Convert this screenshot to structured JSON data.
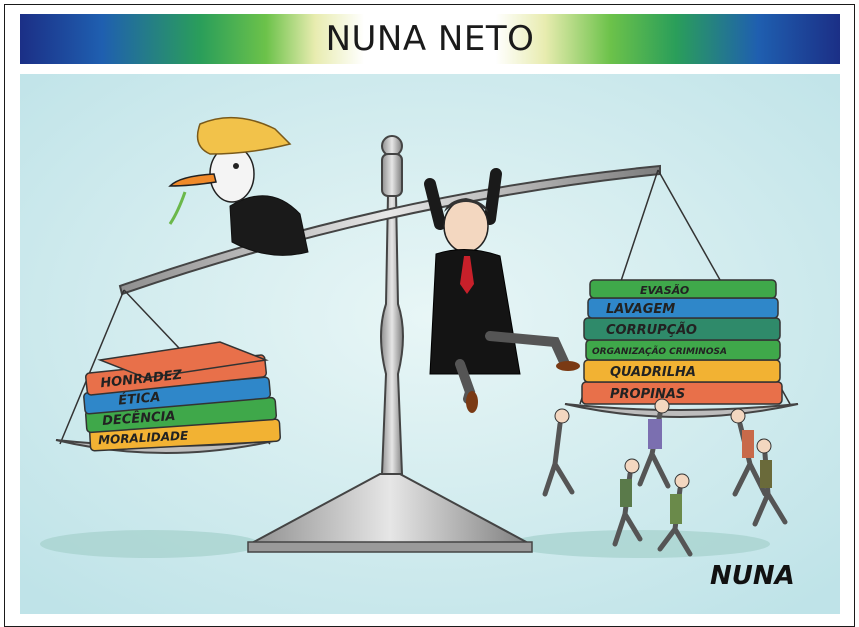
{
  "header": {
    "title": "NUNA NETO"
  },
  "cartoon": {
    "left_pan_books": [
      "HONRADEZ",
      "ÉTICA",
      "DECÊNCIA",
      "MORALIDADE"
    ],
    "right_pan_books": [
      "EVASÃO",
      "LAVAGEM",
      "CORRUPÇÃO",
      "ORGANIZAÇÃO CRIMINOSA",
      "QUADRILHA",
      "PROPINAS"
    ],
    "signature": "NUNA",
    "colors": {
      "sky": "#cfe9ec",
      "orange_book": "#e8704a",
      "blue_book": "#2f87c9",
      "green_book": "#3fa84a",
      "yellow_book": "#f2b233"
    }
  }
}
